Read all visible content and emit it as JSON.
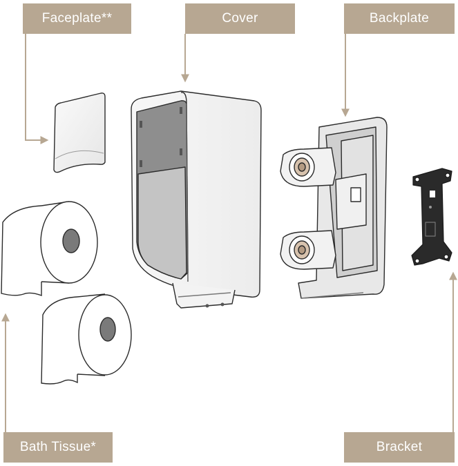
{
  "labels": {
    "faceplate": "Faceplate**",
    "cover": "Cover",
    "backplate": "Backplate",
    "bath_tissue": "Bath Tissue*",
    "bracket": "Bracket"
  },
  "colors": {
    "label_background": "#b7a792",
    "label_text": "#ffffff",
    "leader_line": "#b7a792",
    "outline": "#2b2b2b",
    "cover_inner_dark": "#8e8e8e",
    "cover_inner_light": "#c4c4c4",
    "bracket_fill": "#2a2a2a"
  },
  "icons": [
    "faceplate-part",
    "cover-part",
    "backplate-part",
    "bracket-part",
    "tissue-roll-icon"
  ]
}
